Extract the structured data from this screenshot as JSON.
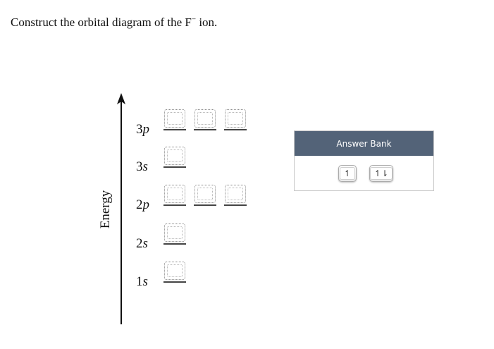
{
  "question": {
    "prefix": "Construct the orbital diagram of the F",
    "superscript": "−",
    "suffix": " ion."
  },
  "axis": {
    "label": "Energy",
    "arrow_icon": "arrow-up-icon",
    "color": "#111111"
  },
  "orbitals": [
    {
      "n": "3",
      "l": "p",
      "boxes": 3
    },
    {
      "n": "3",
      "l": "s",
      "boxes": 1
    },
    {
      "n": "2",
      "l": "p",
      "boxes": 3
    },
    {
      "n": "2",
      "l": "s",
      "boxes": 1
    },
    {
      "n": "1",
      "l": "s",
      "boxes": 1
    }
  ],
  "answer_bank": {
    "title": "Answer Bank",
    "header_color": "#536378",
    "items": [
      {
        "label": "↿"
      },
      {
        "label": "↿⇂"
      }
    ]
  }
}
